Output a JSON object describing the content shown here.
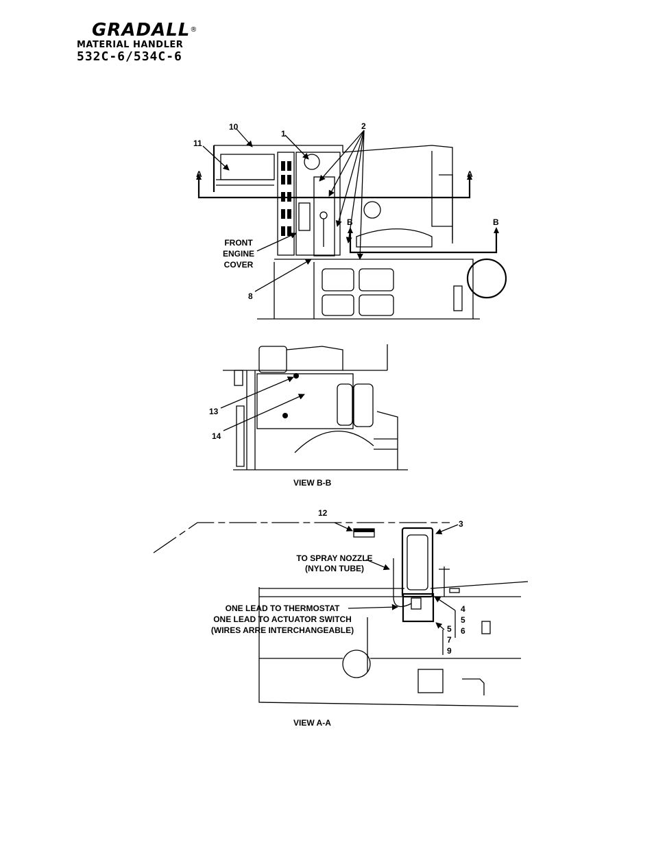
{
  "header": {
    "brand": "GRADALL",
    "registered": "®",
    "subtitle": "MATERIAL HANDLER",
    "model": "532C-6/534C-6"
  },
  "top_view": {
    "callouts": {
      "c1": "1",
      "c2": "2",
      "c8": "8",
      "c10": "10",
      "c11": "11"
    },
    "section_a_left": "A",
    "section_a_right": "A",
    "section_b_left": "B",
    "section_b_right": "B",
    "front_engine_cover": [
      "FRONT",
      "ENGINE",
      "COVER"
    ]
  },
  "view_bb": {
    "callouts": {
      "c13": "13",
      "c14": "14"
    },
    "caption": "VIEW B-B"
  },
  "view_aa": {
    "callouts": {
      "c3": "3",
      "c12": "12",
      "c4": "4",
      "c5a": "5",
      "c6": "6",
      "c5b": "5",
      "c7": "7",
      "c9": "9"
    },
    "spray_nozzle": [
      "TO SPRAY NOZZLE",
      "(NYLON TUBE)"
    ],
    "thermostat_note": [
      "ONE LEAD TO THERMOSTAT",
      "ONE LEAD TO ACTUATOR SWITCH",
      "(WIRES ARRE INTERCHANGEABLE)"
    ],
    "caption": "VIEW A-A"
  }
}
